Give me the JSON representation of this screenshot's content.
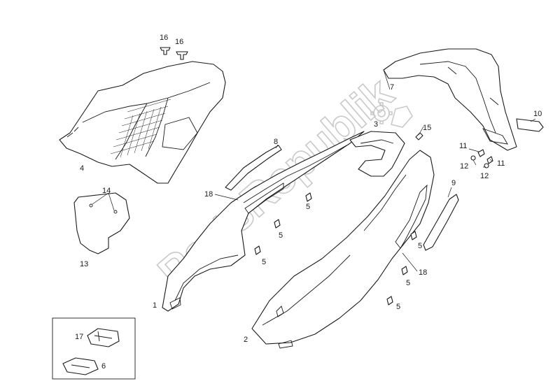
{
  "watermark": {
    "text": "PartsRepublik",
    "icon": "gear-icon"
  },
  "callouts": [
    {
      "id": "c16a",
      "text": "16"
    },
    {
      "id": "c16b",
      "text": "16"
    },
    {
      "id": "c4",
      "text": "4"
    },
    {
      "id": "c14",
      "text": "14"
    },
    {
      "id": "c13",
      "text": "13"
    },
    {
      "id": "c7",
      "text": "7"
    },
    {
      "id": "c3",
      "text": "3"
    },
    {
      "id": "c15",
      "text": "15"
    },
    {
      "id": "c10",
      "text": "10"
    },
    {
      "id": "c11a",
      "text": "11"
    },
    {
      "id": "c11b",
      "text": "11"
    },
    {
      "id": "c12a",
      "text": "12"
    },
    {
      "id": "c12b",
      "text": "12"
    },
    {
      "id": "c8",
      "text": "8"
    },
    {
      "id": "c9",
      "text": "9"
    },
    {
      "id": "c18a",
      "text": "18"
    },
    {
      "id": "c18b",
      "text": "18"
    },
    {
      "id": "c5a",
      "text": "5"
    },
    {
      "id": "c5b",
      "text": "5"
    },
    {
      "id": "c5c",
      "text": "5"
    },
    {
      "id": "c5d",
      "text": "5"
    },
    {
      "id": "c5e",
      "text": "5"
    },
    {
      "id": "c5f",
      "text": "5"
    },
    {
      "id": "c1",
      "text": "1"
    },
    {
      "id": "c2",
      "text": "2"
    },
    {
      "id": "c17",
      "text": "17"
    },
    {
      "id": "c6",
      "text": "6"
    }
  ]
}
